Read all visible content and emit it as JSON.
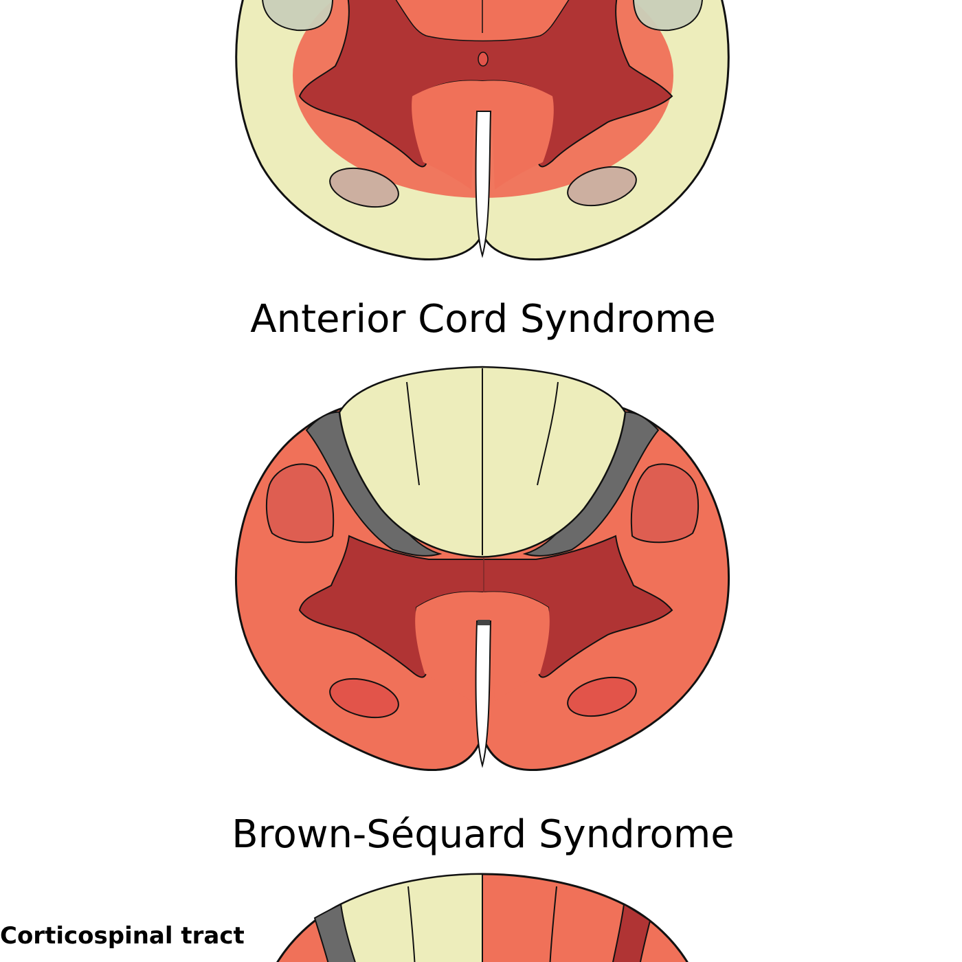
{
  "captions": {
    "anterior": "Anterior Cord Syndrome",
    "brown_sequard": "Brown-Séquard Syndrome",
    "corticospinal": "Corticospinal tract"
  },
  "colors": {
    "white_matter": "#ededbb",
    "grey_matter_lesion": "#b03434",
    "lesion": "#f07159",
    "tract_lesion": "#de5e51",
    "tract_highlight": "#e2544a",
    "spinothalamic_spared": "#ccafa0",
    "dorsal_horn_grey": "#6a6a6a",
    "corticospinal_spared": "#c9cfb8",
    "outline": "#111111"
  }
}
